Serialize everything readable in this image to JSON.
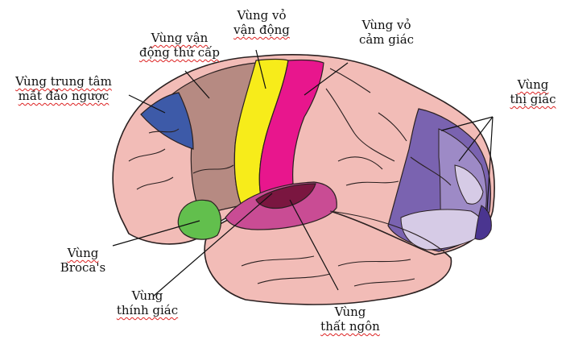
{
  "diagram": {
    "labels": {
      "motor_secondary": [
        "Vùng vận",
        "động thứ cấp"
      ],
      "motor_cortex": [
        "Vùng vỏ",
        "vận động"
      ],
      "sensory_cortex": [
        "Vùng vỏ",
        "cảm giác"
      ],
      "eye_center": [
        "Vùng trung tâm",
        "mắt đảo ngược"
      ],
      "visual": [
        "Vùng",
        "thị giác"
      ],
      "broca": [
        "Vùng",
        "Broca's"
      ],
      "auditory": [
        "Vùng",
        "thính giác"
      ],
      "gustatory": [
        "Vùng",
        "thất ngôn"
      ]
    },
    "colors": {
      "brain": "#f2bcb7",
      "outline": "#2a2020",
      "motor_secondary": "#b68a82",
      "motor_cortex": "#f7ec1a",
      "sensory_cortex": "#e8168d",
      "eye_center": "#3d5aa8",
      "broca": "#62bf4d",
      "auditory": "#c94c94",
      "gustatory": "#7a1640",
      "visual_dark": "#7a63b0",
      "visual_mid": "#9d8ac6",
      "visual_light": "#d6cbe6",
      "visual_deep": "#4a3590"
    }
  }
}
